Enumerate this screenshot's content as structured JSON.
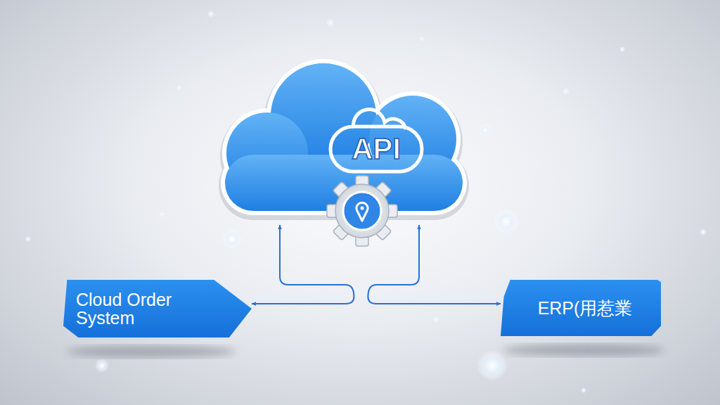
{
  "diagram": {
    "nodes": [
      {
        "text": [
          "API"
        ]
      },
      {
        "text": [
          "Cloud Order System"
        ]
      },
      {
        "text": [
          "ERP(用惹業"
        ]
      }
    ],
    "edges": [
      {
        "from": 1,
        "to": 0,
        "arrow": "both"
      },
      {
        "from": 2,
        "to": 0,
        "arrow": "both"
      }
    ]
  }
}
